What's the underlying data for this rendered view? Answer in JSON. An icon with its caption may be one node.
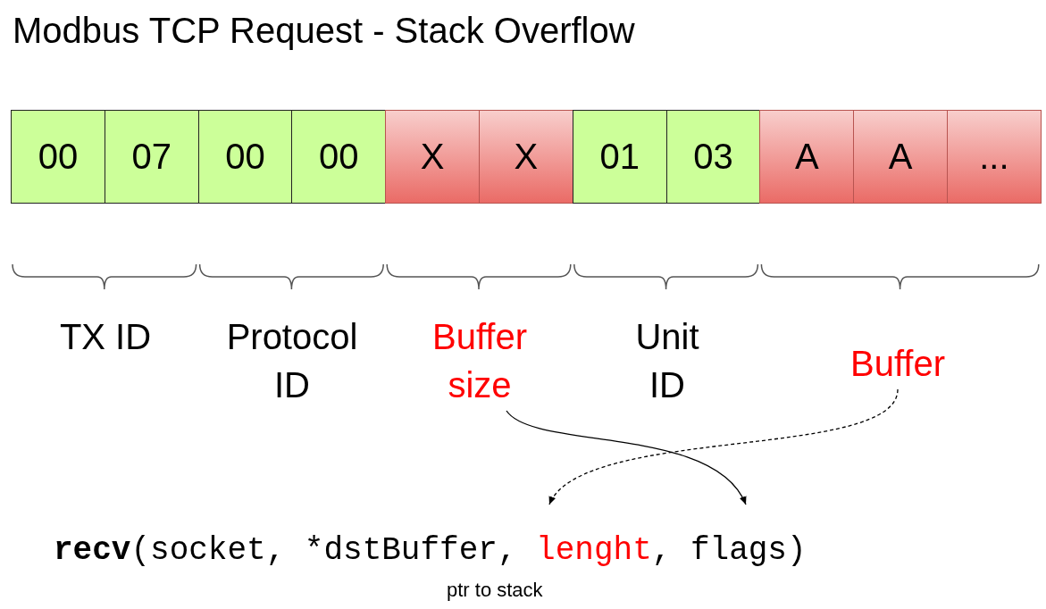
{
  "diagram": {
    "title": "Modbus TCP Request - Stack Overflow",
    "nodes": [
      {
        "text": [
          "00"
        ]
      },
      {
        "text": [
          "07"
        ]
      },
      {
        "text": [
          "00"
        ]
      },
      {
        "text": [
          "00"
        ]
      },
      {
        "text": [
          "X"
        ]
      },
      {
        "text": [
          "X"
        ]
      },
      {
        "text": [
          "01"
        ]
      },
      {
        "text": [
          "03"
        ]
      },
      {
        "text": [
          "A"
        ]
      },
      {
        "text": [
          "A"
        ]
      },
      {
        "text": [
          "..."
        ]
      },
      {
        "text": [
          "TX ID"
        ]
      },
      {
        "text": [
          "Protocol ID"
        ]
      },
      {
        "text": [
          "Buffer size"
        ]
      },
      {
        "text": [
          "Unit ID"
        ]
      },
      {
        "text": [
          "Buffer"
        ]
      },
      {
        "text": [
          "**recv**(socket, *dstBuffer,",
          "lenght",
          ", flags)"
        ],
        "beside": [
          "ptr to stack"
        ]
      }
    ],
    "edges": [
      {
        "from": 13,
        "to": 16,
        "arrow": "to"
      },
      {
        "from": 15,
        "to": 16,
        "arrow": "to",
        "style": "dashed"
      }
    ]
  }
}
